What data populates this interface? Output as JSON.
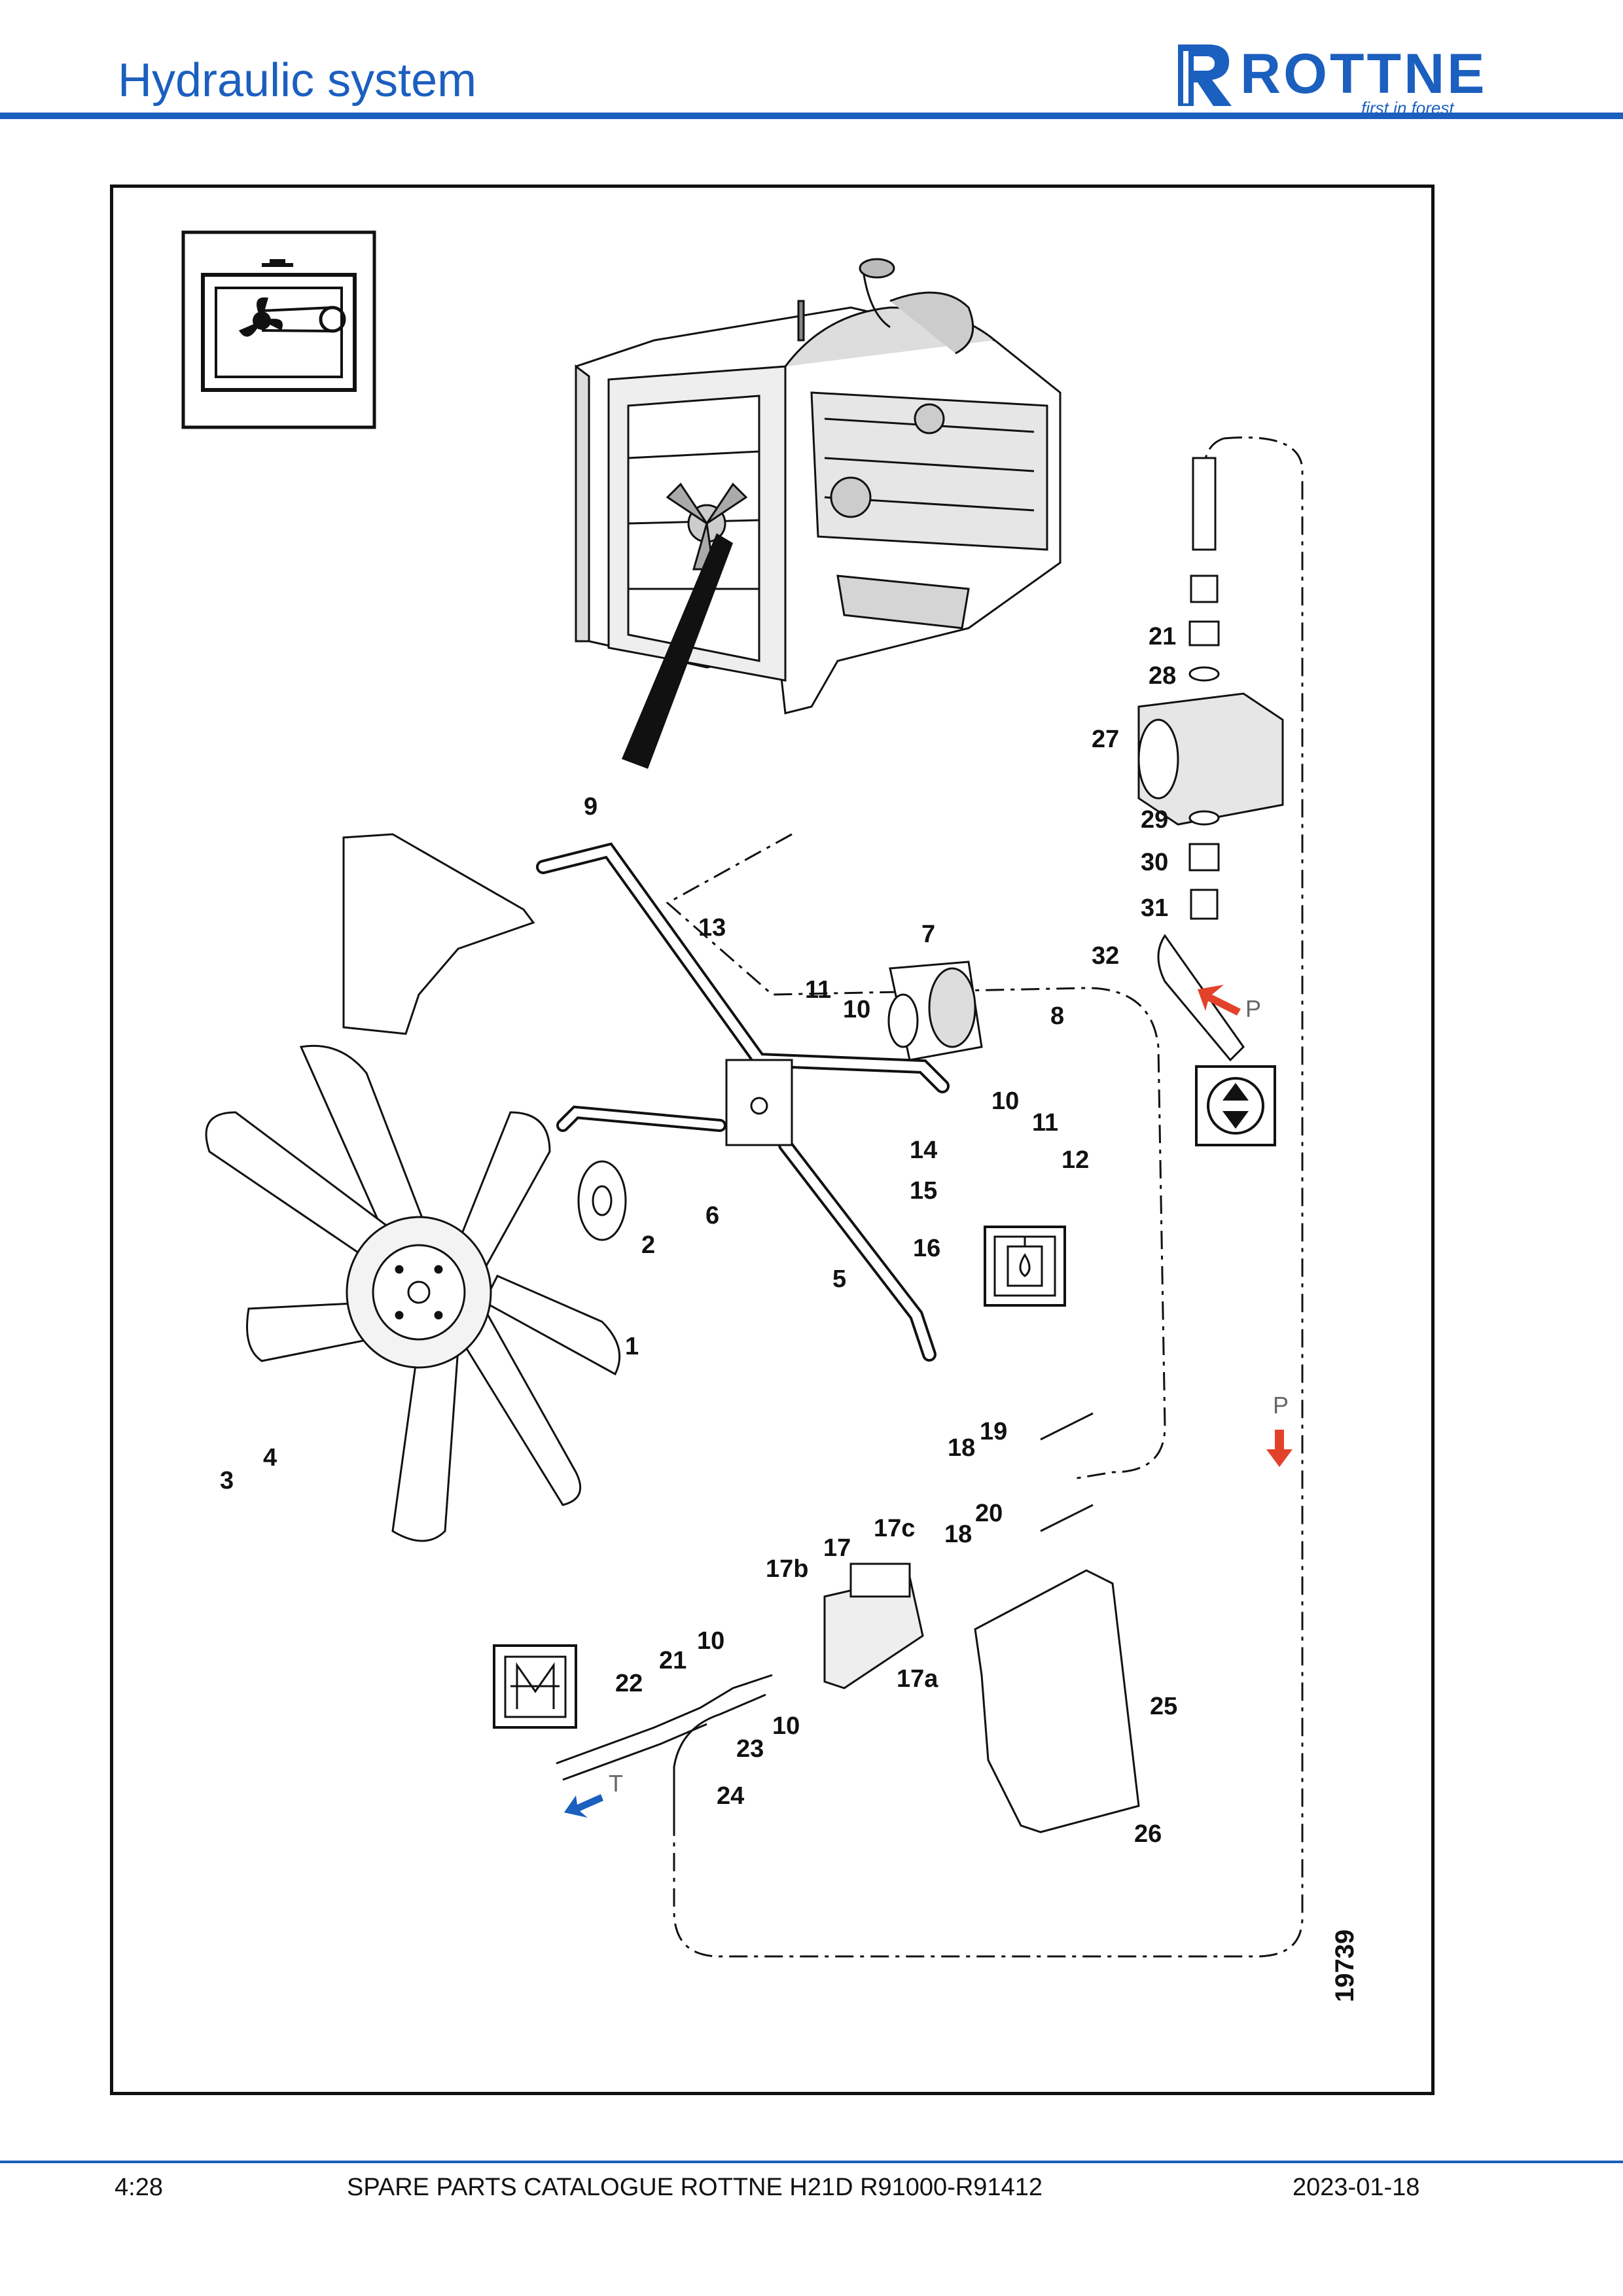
{
  "header": {
    "title": "Hydraulic system"
  },
  "logo": {
    "word": "ROTTNE",
    "tagline": "first in forest"
  },
  "diagram": {
    "drawing_number": "19739",
    "flow_markers": [
      "P",
      "P",
      "T"
    ],
    "callouts": [
      "1",
      "2",
      "3",
      "4",
      "5",
      "6",
      "7",
      "8",
      "9",
      "10",
      "10",
      "10",
      "10",
      "11",
      "11",
      "12",
      "13",
      "14",
      "15",
      "16",
      "17",
      "17a",
      "17b",
      "17c",
      "18",
      "18",
      "19",
      "20",
      "21",
      "21",
      "22",
      "23",
      "24",
      "25",
      "26",
      "27",
      "28",
      "29",
      "30",
      "31",
      "32"
    ],
    "icons": [
      "fan-drive-symbol-icon",
      "direction-control-icon",
      "oil-filter-symbol-icon",
      "cooler-symbol-icon"
    ]
  },
  "footer": {
    "page": "4:28",
    "catalogue": "SPARE PARTS CATALOGUE ROTTNE H21D R91000-R91412",
    "date": "2023-01-18"
  }
}
